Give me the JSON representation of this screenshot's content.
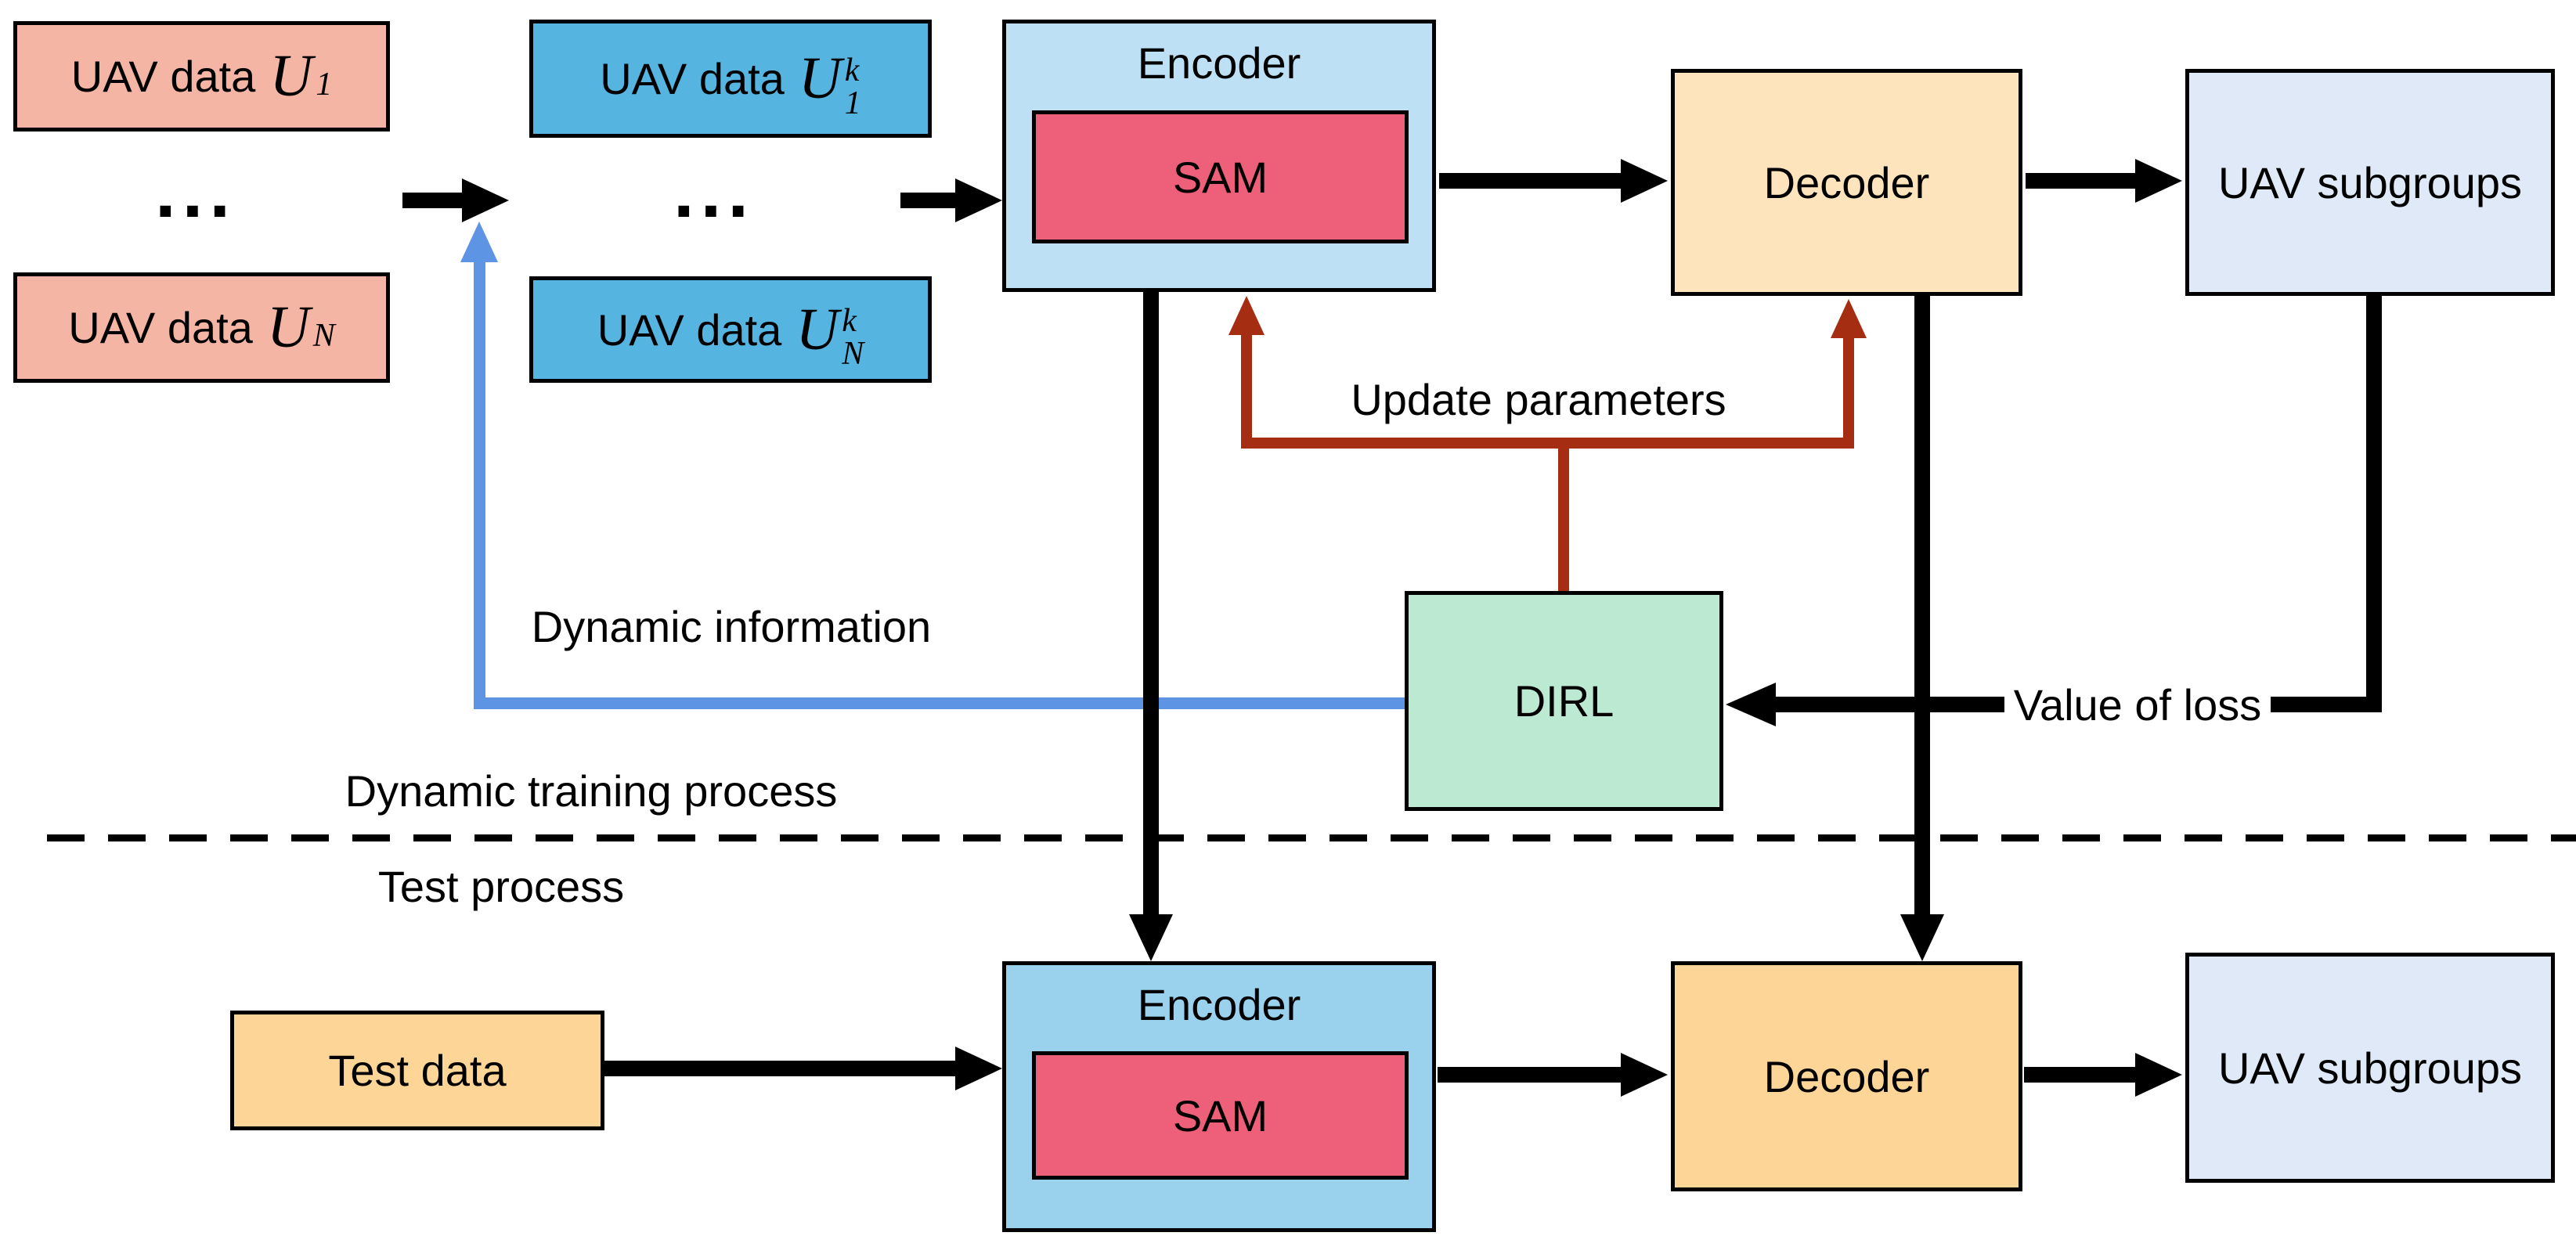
{
  "figure": {
    "description": "Dynamic training and test process flow diagram with Encoder (SAM), Decoder, DIRL and UAV subgroups",
    "sections": {
      "training_label": "Dynamic training process",
      "test_label": "Test process"
    }
  },
  "boxes": {
    "uav_data_1": {
      "prefix": "UAV data",
      "symbol": "U",
      "sup": "",
      "sub": "1"
    },
    "uav_data_N": {
      "prefix": "UAV data",
      "symbol": "U",
      "sup": "",
      "sub": "N"
    },
    "uav_data_1k": {
      "prefix": "UAV data",
      "symbol": "U",
      "sup": "k",
      "sub": "1"
    },
    "uav_data_Nk": {
      "prefix": "UAV data",
      "symbol": "U",
      "sup": "k",
      "sub": "N"
    },
    "encoder_top": {
      "title": "Encoder",
      "inner": "SAM"
    },
    "decoder_top": {
      "label": "Decoder"
    },
    "uav_subgroups_top": {
      "label": "UAV subgroups"
    },
    "dirl": {
      "label": "DIRL"
    },
    "test_data": {
      "label": "Test data"
    },
    "encoder_bottom": {
      "title": "Encoder",
      "inner": "SAM"
    },
    "decoder_bottom": {
      "label": "Decoder"
    },
    "uav_subgroups_bottom": {
      "label": "UAV subgroups"
    }
  },
  "labels": {
    "update_parameters": "Update parameters",
    "dynamic_information": "Dynamic  information",
    "dynamic_training_process": "Dynamic training process",
    "test_process": "Test process",
    "value_of_loss": "Value of loss",
    "ellipsis": "..."
  },
  "colors": {
    "pink_box": "#F5B5A5",
    "blue_box": "#55B4E0",
    "encoder_top": "#BDE0F5",
    "encoder_bottom": "#9AD1EC",
    "sam": "#EE6079",
    "decoder_top": "#FDE4BC",
    "decoder_bottom": "#FDD596",
    "test_data": "#FDD596",
    "uav_subgroups": "#DFE9F8",
    "dirl": "#BCE9D2",
    "arrow_black": "#000000",
    "arrow_red": "#A52D12",
    "arrow_blue": "#5E94E4"
  }
}
